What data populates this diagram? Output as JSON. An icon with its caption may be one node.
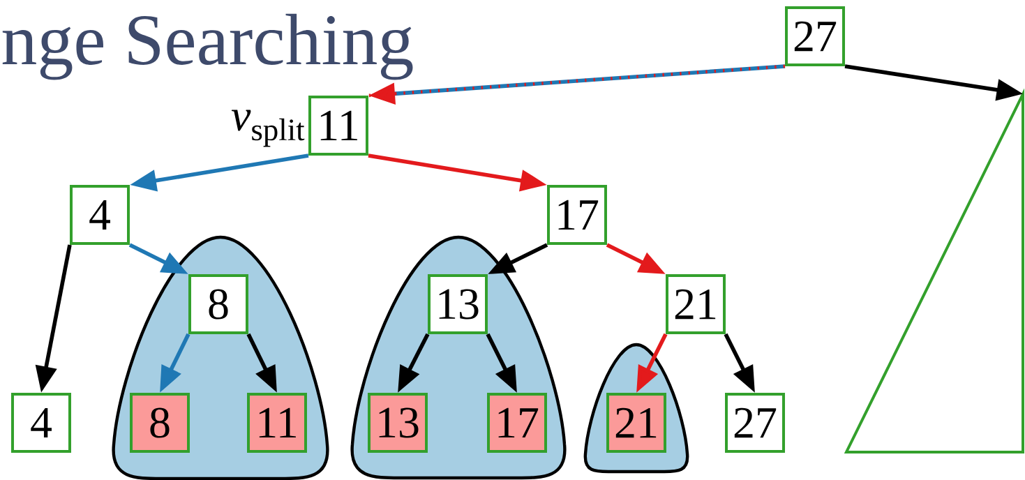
{
  "diagram": {
    "title": "nge Searching",
    "nodes": [
      {
        "text": [
          "27"
        ]
      },
      {
        "text": [
          "11"
        ],
        "beside": [
          "*v*$_{split}$"
        ]
      },
      {
        "text": [
          "4"
        ]
      },
      {
        "text": [
          "17"
        ]
      },
      {
        "text": [],
        "shape": "triangle"
      },
      {
        "text": [],
        "shape": "blob"
      },
      {
        "text": [
          "8"
        ],
        "in": 5
      },
      {
        "text": [
          "8"
        ],
        "in": 5
      },
      {
        "text": [
          "11"
        ],
        "in": 5
      },
      {
        "text": [],
        "shape": "blob"
      },
      {
        "text": [
          "13"
        ],
        "in": 9
      },
      {
        "text": [
          "13"
        ],
        "in": 9
      },
      {
        "text": [
          "17"
        ],
        "in": 9
      },
      {
        "text": [
          "21"
        ]
      },
      {
        "text": [],
        "shape": "blob"
      },
      {
        "text": [
          "21"
        ],
        "in": 14
      },
      {
        "text": [
          "27"
        ]
      },
      {
        "text": [
          "4"
        ]
      }
    ],
    "edges": [
      {
        "from": 0,
        "to": 1,
        "arrow": "to",
        "style": "dashed",
        "color": "#e31a1c"
      },
      {
        "from": 0,
        "to": 4,
        "arrow": "to"
      },
      {
        "from": 1,
        "to": 2,
        "arrow": "to",
        "color": "#1f78b4"
      },
      {
        "from": 1,
        "to": 3,
        "arrow": "to",
        "color": "#e31a1c"
      },
      {
        "from": 2,
        "to": 17,
        "arrow": "to"
      },
      {
        "from": 2,
        "to": 6,
        "arrow": "to",
        "color": "#1f78b4"
      },
      {
        "from": 6,
        "to": 7,
        "arrow": "to",
        "color": "#1f78b4"
      },
      {
        "from": 6,
        "to": 8,
        "arrow": "to"
      },
      {
        "from": 3,
        "to": 10,
        "arrow": "to"
      },
      {
        "from": 3,
        "to": 13,
        "arrow": "to",
        "color": "#e31a1c"
      },
      {
        "from": 10,
        "to": 11,
        "arrow": "to"
      },
      {
        "from": 10,
        "to": 12,
        "arrow": "to"
      },
      {
        "from": 13,
        "to": 15,
        "arrow": "to",
        "color": "#e31a1c"
      },
      {
        "from": 13,
        "to": 16,
        "arrow": "to"
      }
    ]
  }
}
